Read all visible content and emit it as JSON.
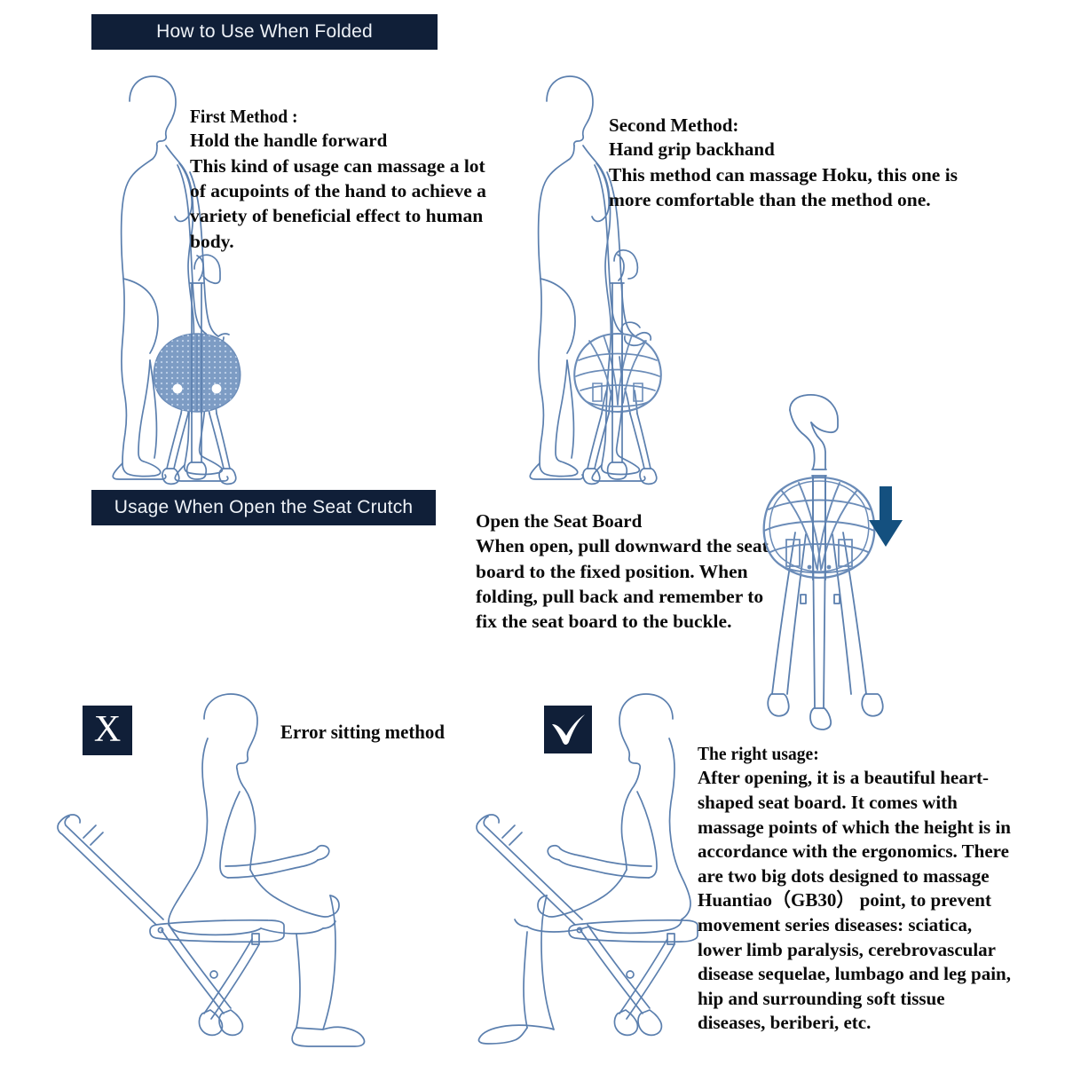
{
  "page": {
    "title": "Seat Crutch Usage Instructions",
    "background": "#ffffff",
    "navy": "#101f38",
    "line_blue": "#5b7fae",
    "seat_fill": "#7d9cc4",
    "arrow_blue": "#14507f"
  },
  "banners": {
    "folded": "How to Use When Folded",
    "open": "Usage When Open the Seat Crutch"
  },
  "first_method": {
    "heading": "First Method :",
    "subheading": "Hold the handle forward",
    "body": "This kind of usage can massage a lot of acupoints of the hand to achieve a variety of beneficial effect to human body."
  },
  "second_method": {
    "heading": "Second Method:",
    "subheading": "Hand grip backhand",
    "body": "This method can massage Hoku, this one is more comfortable than the method one."
  },
  "open_seat_board": {
    "heading": "Open the Seat Board",
    "body": "When open, pull downward the seat board to the fixed position. When folding, pull back and remember to fix the seat board to the buckle."
  },
  "error_sitting": {
    "marker": "X",
    "label": "Error sitting method"
  },
  "right_usage": {
    "marker": "check",
    "heading": "The right usage:",
    "body": "After opening, it is a beautiful heart-shaped seat board. It comes with massage points of which the height is in accordance with the ergonomics. There are two big dots designed to massage Huantiao（GB30） point, to prevent movement series diseases: sciatica, lower limb paralysis, cerebrovascular disease sequelae, lumbago and leg pain, hip and surrounding soft tissue diseases, beriberi, etc."
  },
  "figures": {
    "standing_front": "standing-person-holding-folded-seat-cane-forward-grip",
    "standing_back": "standing-person-holding-folded-seat-cane-backhand-grip",
    "seat_cane_open": "seat-cane-standalone-open-seat-board",
    "down_arrow": "downward-arrow",
    "sitting_wrong": "person-sitting-on-edge-of-seat-cane",
    "sitting_right": "person-sitting-properly-on-seat-cane"
  }
}
